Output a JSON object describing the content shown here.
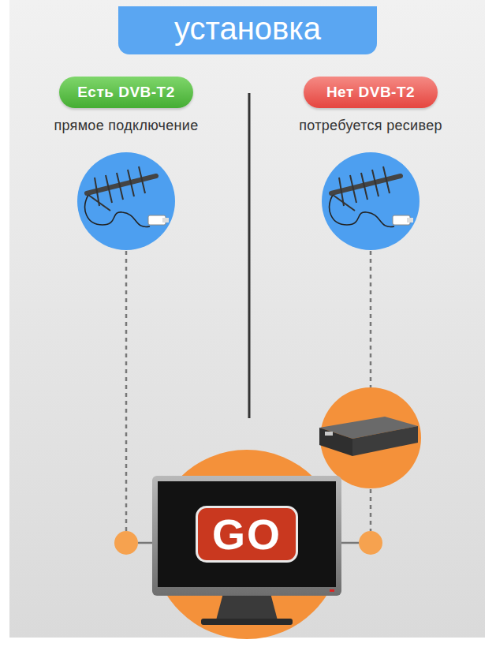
{
  "diagram": {
    "title": "установка",
    "nodes": [
      {
        "text": [
          "Есть DVB-T2",
          "прямое подключение"
        ]
      },
      {
        "text": [
          "Нет DVB-T2",
          "потребуется ресивер"
        ]
      },
      {
        "text": [
          "GO"
        ]
      }
    ]
  }
}
